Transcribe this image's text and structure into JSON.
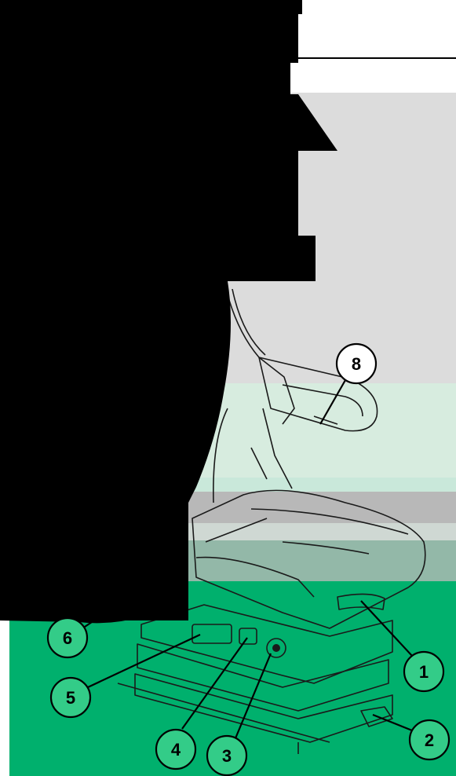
{
  "colors": {
    "background_top": "#dcdcdc",
    "background_bottom": "#00b06d",
    "silhouette": "#000000",
    "callout_fill": "#ffffff",
    "callout_fill_green": "#33cc88",
    "line": "#000000"
  },
  "callouts": [
    {
      "id": "1",
      "label": "1"
    },
    {
      "id": "2",
      "label": "2"
    },
    {
      "id": "3",
      "label": "3"
    },
    {
      "id": "4",
      "label": "4"
    },
    {
      "id": "5",
      "label": "5"
    },
    {
      "id": "6",
      "label": "6"
    },
    {
      "id": "8",
      "label": "8"
    }
  ]
}
